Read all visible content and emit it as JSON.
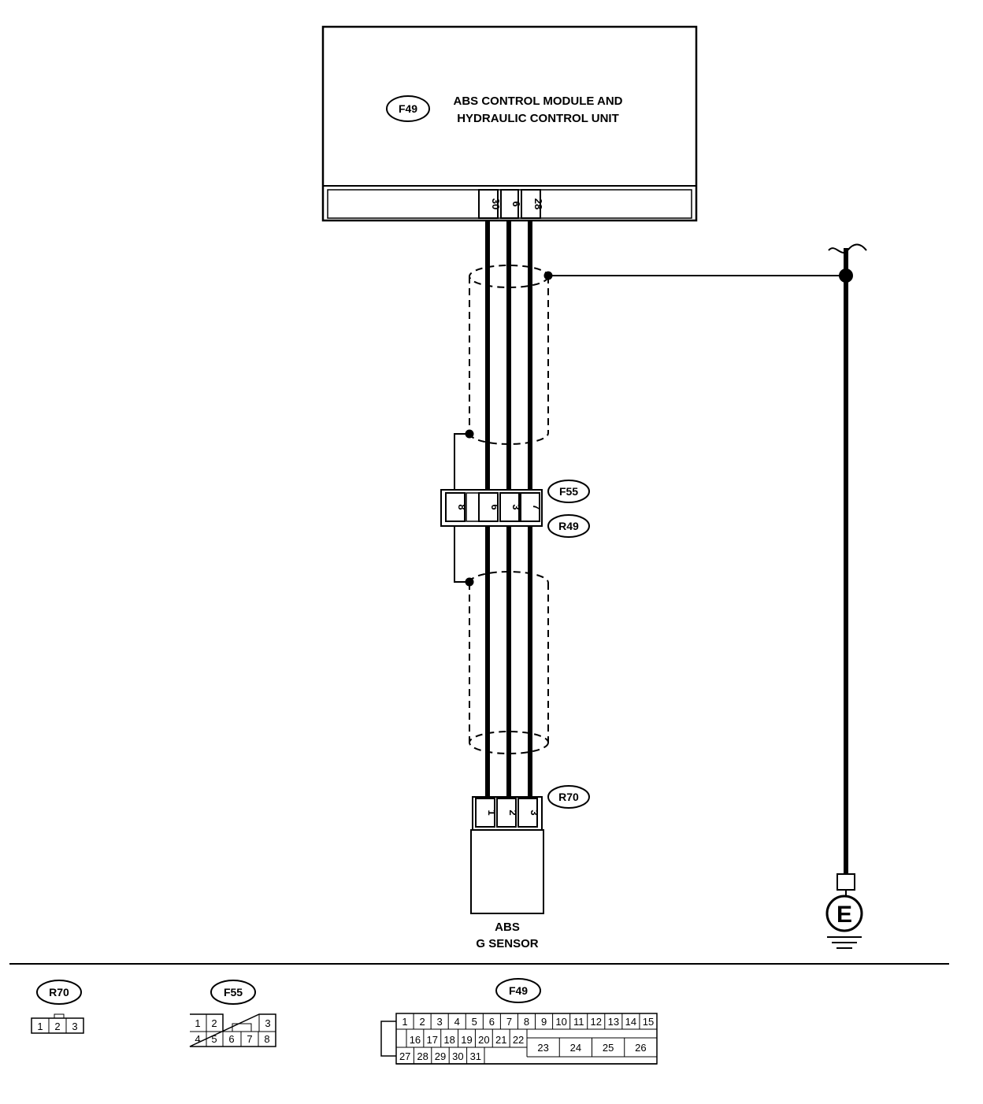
{
  "module": {
    "tag": "F49",
    "line1": "ABS CONTROL MODULE AND",
    "line2": "HYDRAULIC  CONTROL UNIT",
    "pins": [
      "30",
      "6",
      "28"
    ]
  },
  "connector_f55": {
    "tag": "F55",
    "pins": [
      "8",
      "6",
      "3",
      "7"
    ]
  },
  "connector_r49": {
    "tag": "R49"
  },
  "sensor": {
    "tag": "R70",
    "pins": [
      "1",
      "2",
      "3"
    ],
    "line1": "ABS",
    "line2": "G SENSOR"
  },
  "ground": {
    "symbol": "E"
  },
  "legend": {
    "r70": {
      "tag": "R70",
      "cells": [
        "1",
        "2",
        "3"
      ]
    },
    "f55": {
      "tag": "F55",
      "row1": [
        "1",
        "2",
        "3"
      ],
      "row2": [
        "4",
        "5",
        "6",
        "7",
        "8"
      ]
    },
    "f49": {
      "tag": "F49",
      "row1": [
        "1",
        "2",
        "3",
        "4",
        "5",
        "6",
        "7",
        "8",
        "9",
        "10",
        "11",
        "12",
        "13",
        "14",
        "15"
      ],
      "row2": [
        "16",
        "17",
        "18",
        "19",
        "20",
        "21",
        "22"
      ],
      "row3": [
        "27",
        "28",
        "29",
        "30",
        "31"
      ],
      "big": [
        "23",
        "24",
        "25",
        "26"
      ]
    }
  }
}
